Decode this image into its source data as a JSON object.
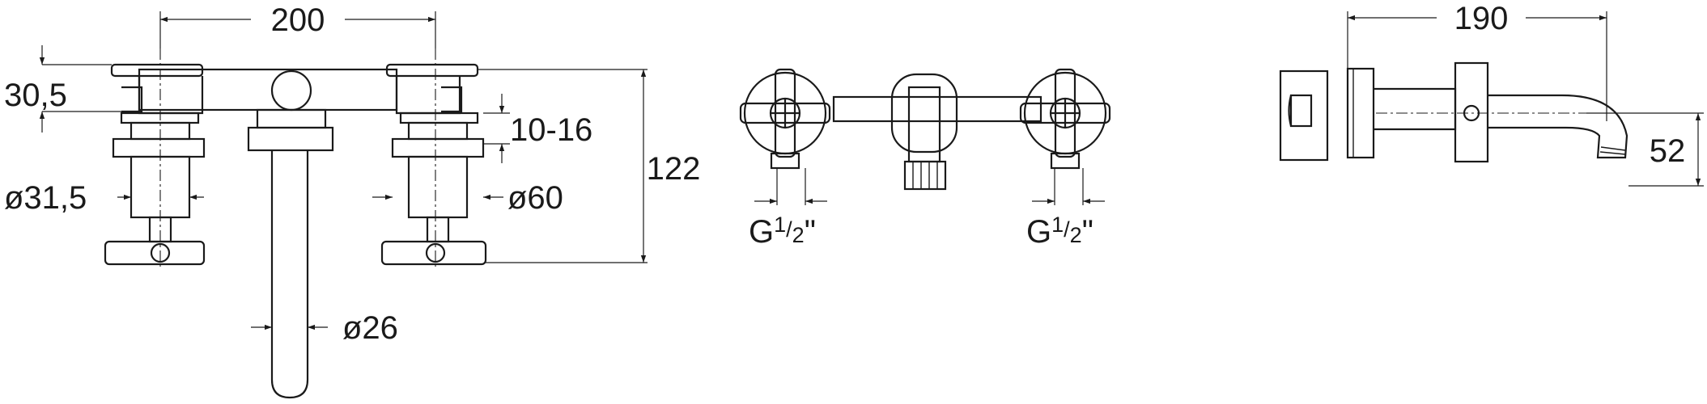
{
  "views": {
    "front": {
      "width_label": "200",
      "height_label": "122",
      "handle_height_label": "30,5",
      "wall_range_label": "10-16",
      "body_diameter_label": "ø31,5",
      "rosette_diameter_label": "ø60",
      "spout_diameter_label": "ø26"
    },
    "rear": {
      "thread_left_main": "G",
      "thread_left_num": "1",
      "thread_left_slash": "/",
      "thread_left_den": "2",
      "thread_left_mark": "\"",
      "thread_right_main": "G",
      "thread_right_num": "1",
      "thread_right_slash": "/",
      "thread_right_den": "2",
      "thread_right_mark": "\""
    },
    "side": {
      "projection_label": "190",
      "spout_height_label": "52"
    }
  }
}
